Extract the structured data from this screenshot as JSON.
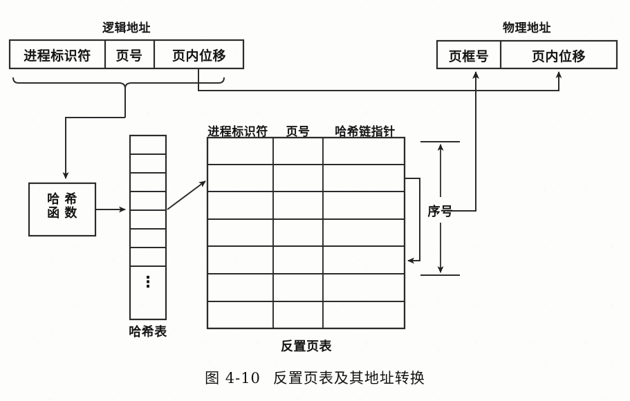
{
  "figure": {
    "caption_number": "图 4-10",
    "caption_title": "反置页表及其地址转换"
  },
  "logical_address": {
    "title": "逻辑地址",
    "fields": [
      {
        "label": "进程标识符"
      },
      {
        "label": "页号"
      },
      {
        "label": "页内位移"
      }
    ]
  },
  "physical_address": {
    "title": "物理地址",
    "fields": [
      {
        "label": "页框号"
      },
      {
        "label": "页内位移"
      }
    ]
  },
  "hash_function": {
    "line1": "哈 希",
    "line2": "函 数"
  },
  "hash_table": {
    "label": "哈希表",
    "ellipsis": "⋮",
    "slot_count": 8
  },
  "inverted_page_table": {
    "label": "反置页表",
    "columns": [
      {
        "header": "进程标识符"
      },
      {
        "header": "页号"
      },
      {
        "header": "哈希链指针"
      }
    ],
    "row_count": 7
  },
  "annotations": {
    "index_label": "序号"
  },
  "icons": {
    "brace": "curly-brace-icon",
    "arrow": "arrow-icon",
    "dimension": "dimension-arrow-icon"
  },
  "colors": {
    "ink": "#1a1a1a",
    "line": "#2b2b2b",
    "background": "#fdfdfc"
  }
}
